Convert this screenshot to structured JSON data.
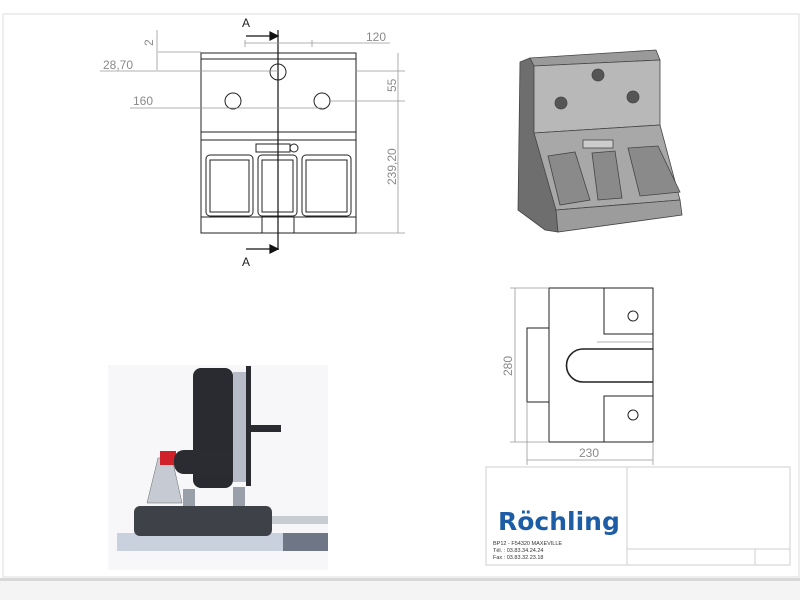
{
  "front_view": {
    "section_label_top": "A",
    "section_label_bottom": "A",
    "dimensions": {
      "top_gap": "2",
      "hole_spacing_top": "120",
      "top_hole_offset": "28,70",
      "side_hole_spacing": "160",
      "hole_vertical_spacing": "55",
      "lower_height": "239,20"
    }
  },
  "side_view": {
    "dimensions": {
      "height": "280",
      "width": "230"
    }
  },
  "title_block": {
    "logo_text": "Röchling",
    "address_line": "BP12 - F54320 MAXEVILLE",
    "phone": "Tél. : 03.83.34.24.24",
    "fax": "Fax : 03.83.32.23.18"
  },
  "colors": {
    "brand_blue": "#1d5da6",
    "line": "#222222",
    "dimension": "#8a8a8a",
    "stop_red": "#d0202a"
  }
}
